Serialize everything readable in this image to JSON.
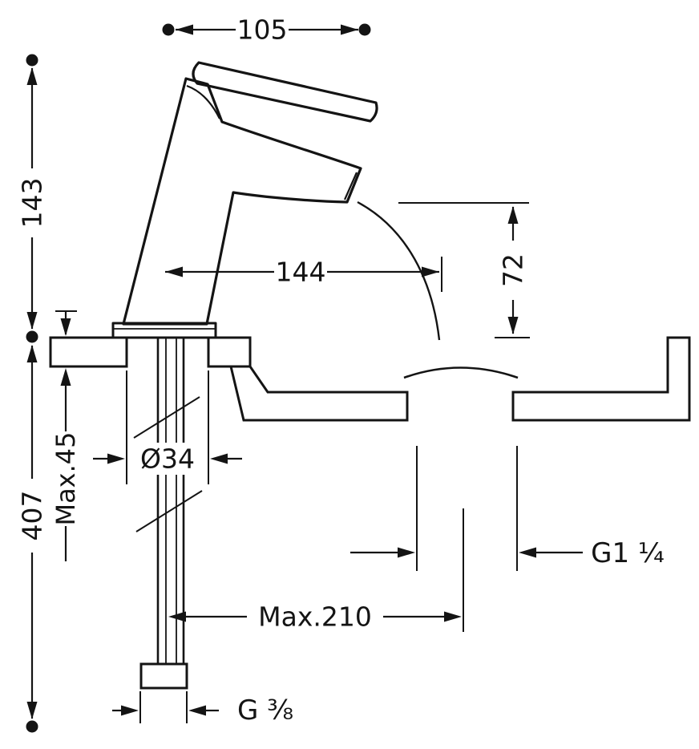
{
  "style": {
    "background": "#ffffff",
    "line_color": "#141414"
  },
  "drawing": {
    "subject": "single-lever basin mixer tap, side elevation with countertop cross-section"
  },
  "dimensions": {
    "top_width": "105",
    "height_above_deck": "143",
    "depth_below_deck": "407",
    "spout_reach": "144",
    "spout_outlet_height": "72",
    "max_counter_thickness": "Max.45",
    "mounting_hole_diameter": "Ø34",
    "waste_thread": "G1 ¼",
    "max_supply_offset": "Max.210",
    "inlet_thread": "G ⅜"
  }
}
